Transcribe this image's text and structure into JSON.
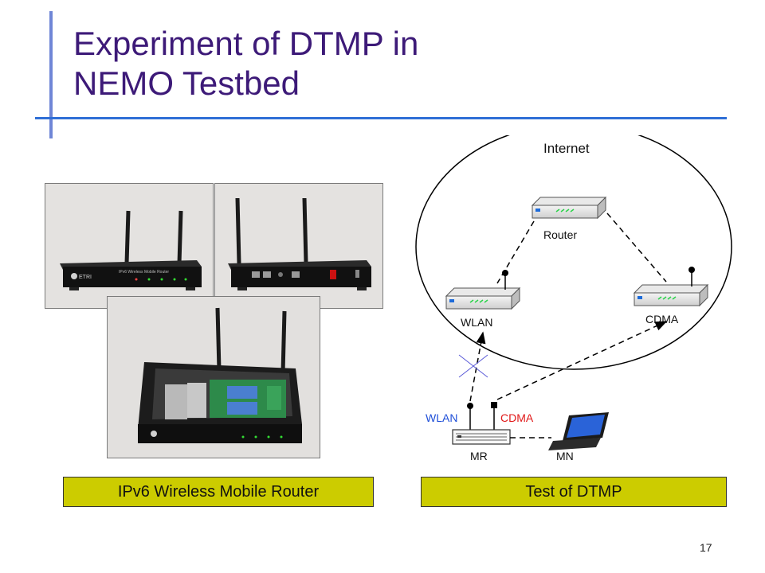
{
  "slide": {
    "title_line1": "Experiment of DTMP in",
    "title_line2": "NEMO Testbed",
    "page_number": "17"
  },
  "photos": {
    "device_label": "IPv6 Wireless Mobile Router",
    "logo_text": "ETRI"
  },
  "captions": {
    "left": "IPv6 Wireless Mobile Router",
    "right": "Test of DTMP"
  },
  "diagram": {
    "cloud_label": "Internet",
    "router_label": "Router",
    "wlan_label": "WLAN",
    "cdma_label": "CDMA",
    "mr_wlan_label": "WLAN",
    "mr_cdma_label": "CDMA",
    "mr_label": "MR",
    "mn_label": "MN"
  },
  "colors": {
    "title": "#3d1a78",
    "accent_bar": "#2f6fd6",
    "caption_bg": "#cccc00",
    "mr_label_color": "#1f4fd8",
    "cdma_label_color": "#e01818"
  }
}
